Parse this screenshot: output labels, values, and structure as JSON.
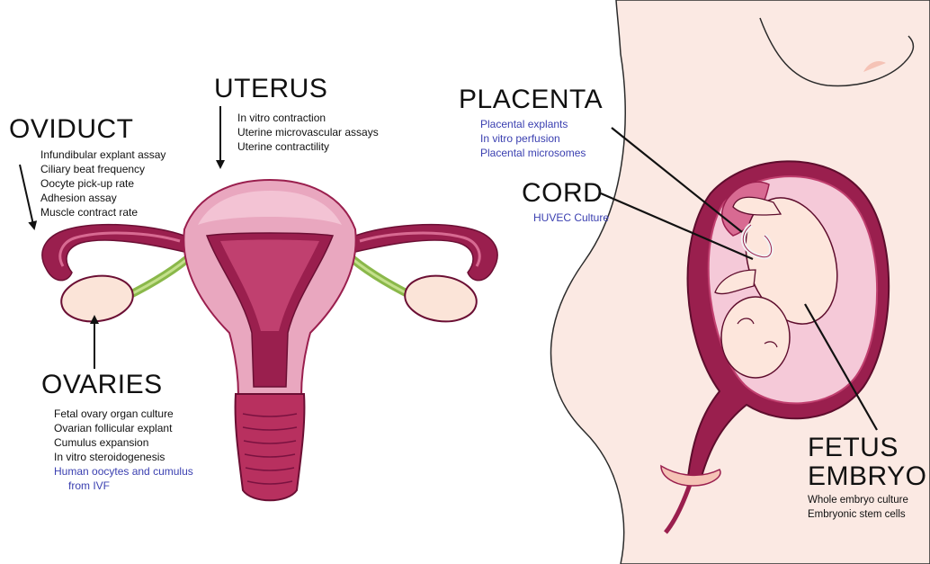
{
  "colors": {
    "text": "#111111",
    "blue_text": "#3a3fb0",
    "uterus_pink": "#e9a7bf",
    "uterus_dark": "#9a1f4e",
    "ovary": "#fbe4d8",
    "ligament": "#8ab84a",
    "skin": "#fbe9e3",
    "amniotic": "#f5c9d8",
    "fetus": "#fde6dc"
  },
  "labels": {
    "uterus": {
      "title": "UTERUS",
      "items": [
        "In vitro contraction",
        "Uterine microvascular assays",
        "Uterine contractility"
      ]
    },
    "oviduct": {
      "title": "OVIDUCT",
      "items": [
        "Infundibular explant assay",
        "Ciliary beat frequency",
        "Oocyte pick-up rate",
        "Adhesion assay",
        "Muscle contract rate"
      ]
    },
    "ovaries": {
      "title": "OVARIES",
      "items": [
        "Fetal ovary organ culture",
        "Ovarian follicular explant",
        "Cumulus expansion",
        "In vitro steroidogenesis"
      ],
      "blue_items": [
        "Human oocytes and cumulus",
        "from IVF"
      ]
    },
    "placenta": {
      "title": "PLACENTA",
      "blue_items": [
        "Placental explants",
        "In vitro perfusion",
        "Placental microsomes"
      ]
    },
    "cord": {
      "title": "CORD",
      "blue_items": [
        "HUVEC Culture"
      ]
    },
    "fetus": {
      "title_line1": "FETUS",
      "title_line2": "EMBRYO",
      "items": [
        "Whole embryo culture",
        "Embryonic stem cells"
      ]
    }
  }
}
